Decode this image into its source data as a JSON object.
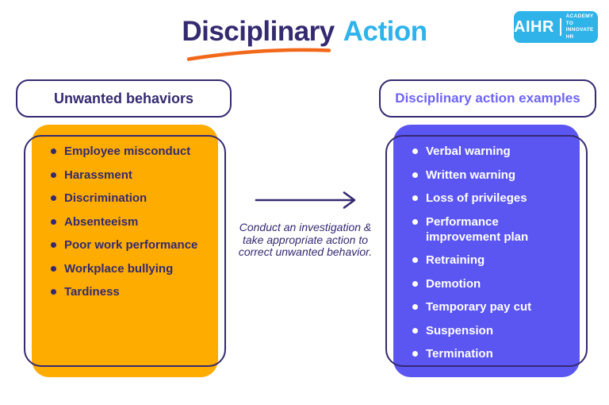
{
  "title": {
    "primary": "Disciplinary",
    "accent": "Action"
  },
  "logo": {
    "brand": "AIHR",
    "tagline_line1": "ACADEMY TO",
    "tagline_line2": "INNOVATE HR"
  },
  "left_panel": {
    "header": "Unwanted behaviors",
    "items": [
      "Employee misconduct",
      "Harassment",
      "Discrimination",
      "Absenteeism",
      "Poor work performance",
      "Workplace bullying",
      "Tardiness"
    ]
  },
  "middle": {
    "caption_line1": "Conduct an investigation &",
    "caption_line2": "take appropriate action to",
    "caption_line3": "correct unwanted behavior."
  },
  "right_panel": {
    "header": "Disciplinary action examples",
    "items": [
      "Verbal warning",
      "Written warning",
      "Loss of privileges",
      "Performance improvement plan",
      "Retraining",
      "Demotion",
      "Temporary pay cut",
      "Suspension",
      "Termination"
    ]
  },
  "colors": {
    "navy": "#342a70",
    "accent_blue": "#2eb3ec",
    "orange_box": "#ffac00",
    "swoosh_orange": "#f2681a",
    "purple_box": "#5b55f2",
    "right_header_text": "#6e63f6",
    "logo_background": "#2fb3e8"
  }
}
